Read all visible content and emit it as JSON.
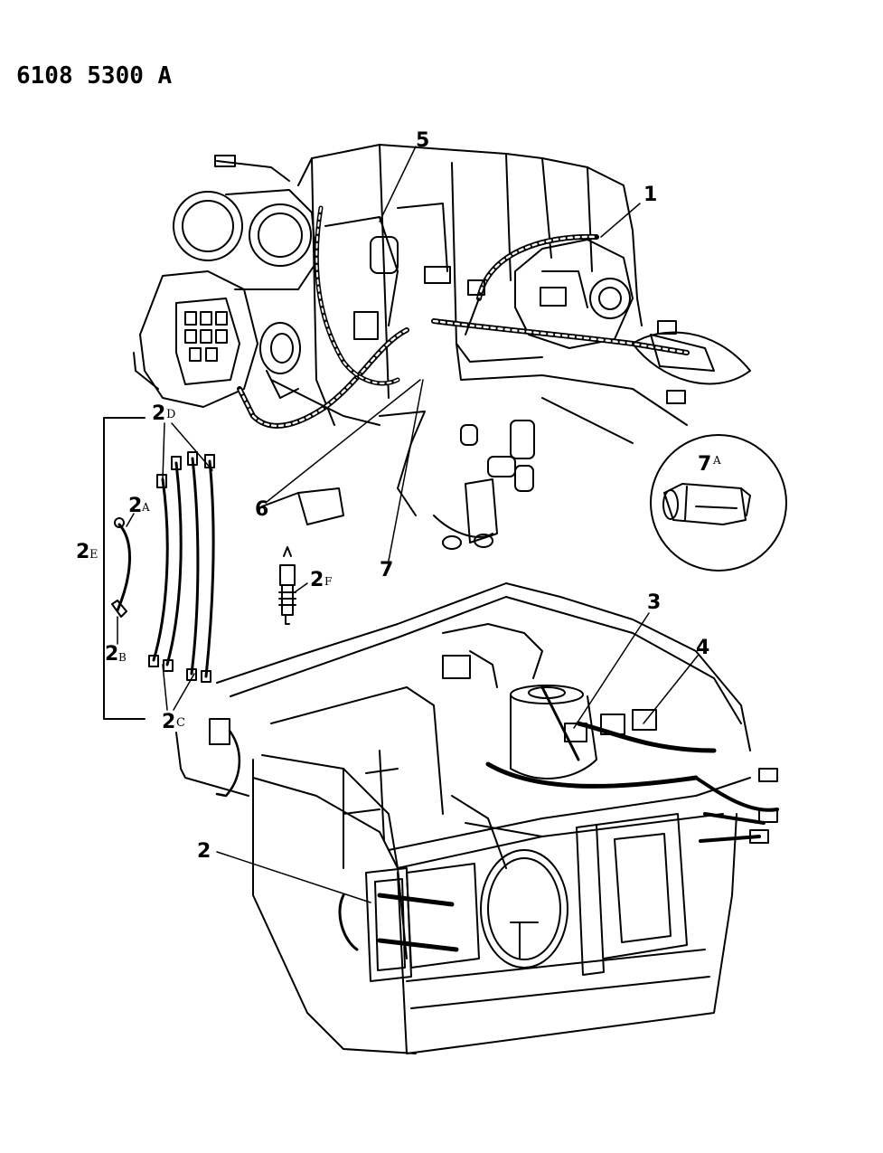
{
  "part_number": "6108 5300 A",
  "callouts": {
    "c1": {
      "num": "1",
      "sub": ""
    },
    "c2": {
      "num": "2",
      "sub": ""
    },
    "c2a": {
      "num": "2",
      "sub": "A"
    },
    "c2b": {
      "num": "2",
      "sub": "B"
    },
    "c2c": {
      "num": "2",
      "sub": "C"
    },
    "c2d": {
      "num": "2",
      "sub": "D"
    },
    "c2e": {
      "num": "2",
      "sub": "E"
    },
    "c2f": {
      "num": "2",
      "sub": "F"
    },
    "c3": {
      "num": "3",
      "sub": ""
    },
    "c4": {
      "num": "4",
      "sub": ""
    },
    "c5": {
      "num": "5",
      "sub": ""
    },
    "c6": {
      "num": "6",
      "sub": ""
    },
    "c7": {
      "num": "7",
      "sub": ""
    },
    "c7a": {
      "num": "7",
      "sub": "A"
    }
  }
}
